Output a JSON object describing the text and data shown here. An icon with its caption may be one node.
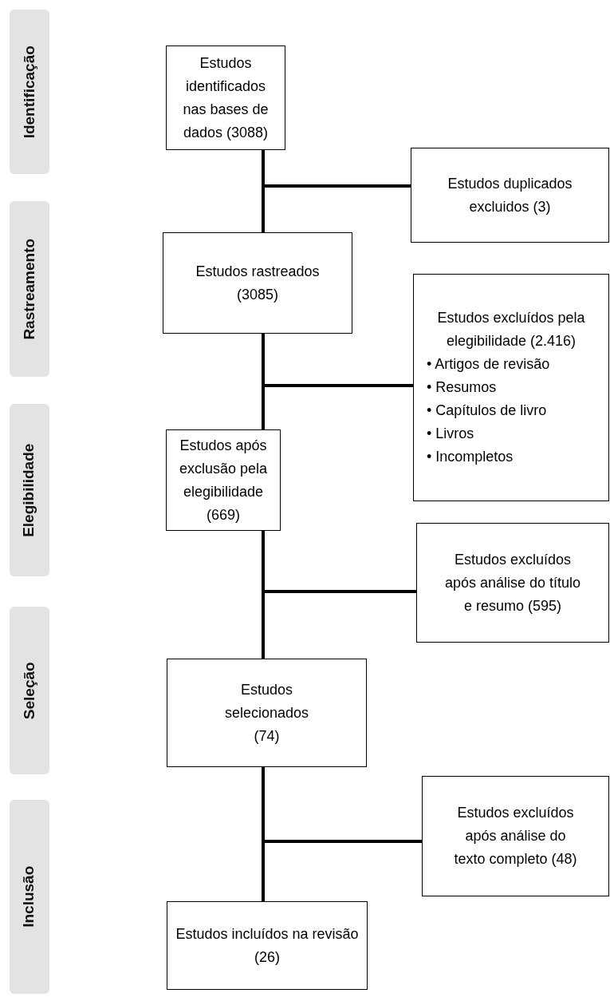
{
  "diagram": {
    "nodes": [
      {
        "text": [
          "Identificação"
        ]
      },
      {
        "text": [
          "Rastreamento"
        ]
      },
      {
        "text": [
          "Elegibilidade"
        ]
      },
      {
        "text": [
          "Seleção"
        ]
      },
      {
        "text": [
          "Inclusão"
        ]
      },
      {
        "text": [
          "Estudos identificados nas bases de dados (3088)"
        ]
      },
      {
        "text": [
          "Estudos duplicados excluidos (3)"
        ]
      },
      {
        "text": [
          "Estudos rastreados (3085)"
        ]
      },
      {
        "text": [
          "Estudos excluídos pela elegibilidade (2.416)",
          "• Artigos de revisão",
          "• Resumos",
          "• Capítulos de livro",
          "• Livros",
          "• Incompletos"
        ]
      },
      {
        "text": [
          "Estudos após exclusão pela elegibilidade (669)"
        ]
      },
      {
        "text": [
          "Estudos excluídos após análise do título e resumo (595)"
        ]
      },
      {
        "text": [
          "Estudos selecionados (74)"
        ]
      },
      {
        "text": [
          "Estudos excluídos após análise do texto completo (48)"
        ]
      },
      {
        "text": [
          "Estudos incluídos na revisão (26)"
        ]
      }
    ],
    "edges": [
      {
        "from": 5,
        "to": 7,
        "arrow": "none"
      },
      {
        "from": 5,
        "to": 6,
        "arrow": "none"
      },
      {
        "from": 7,
        "to": 9,
        "arrow": "none"
      },
      {
        "from": 7,
        "to": 8,
        "arrow": "none"
      },
      {
        "from": 9,
        "to": 11,
        "arrow": "none"
      },
      {
        "from": 9,
        "to": 10,
        "arrow": "none"
      },
      {
        "from": 11,
        "to": 13,
        "arrow": "none"
      },
      {
        "from": 11,
        "to": 12,
        "arrow": "none"
      }
    ]
  }
}
